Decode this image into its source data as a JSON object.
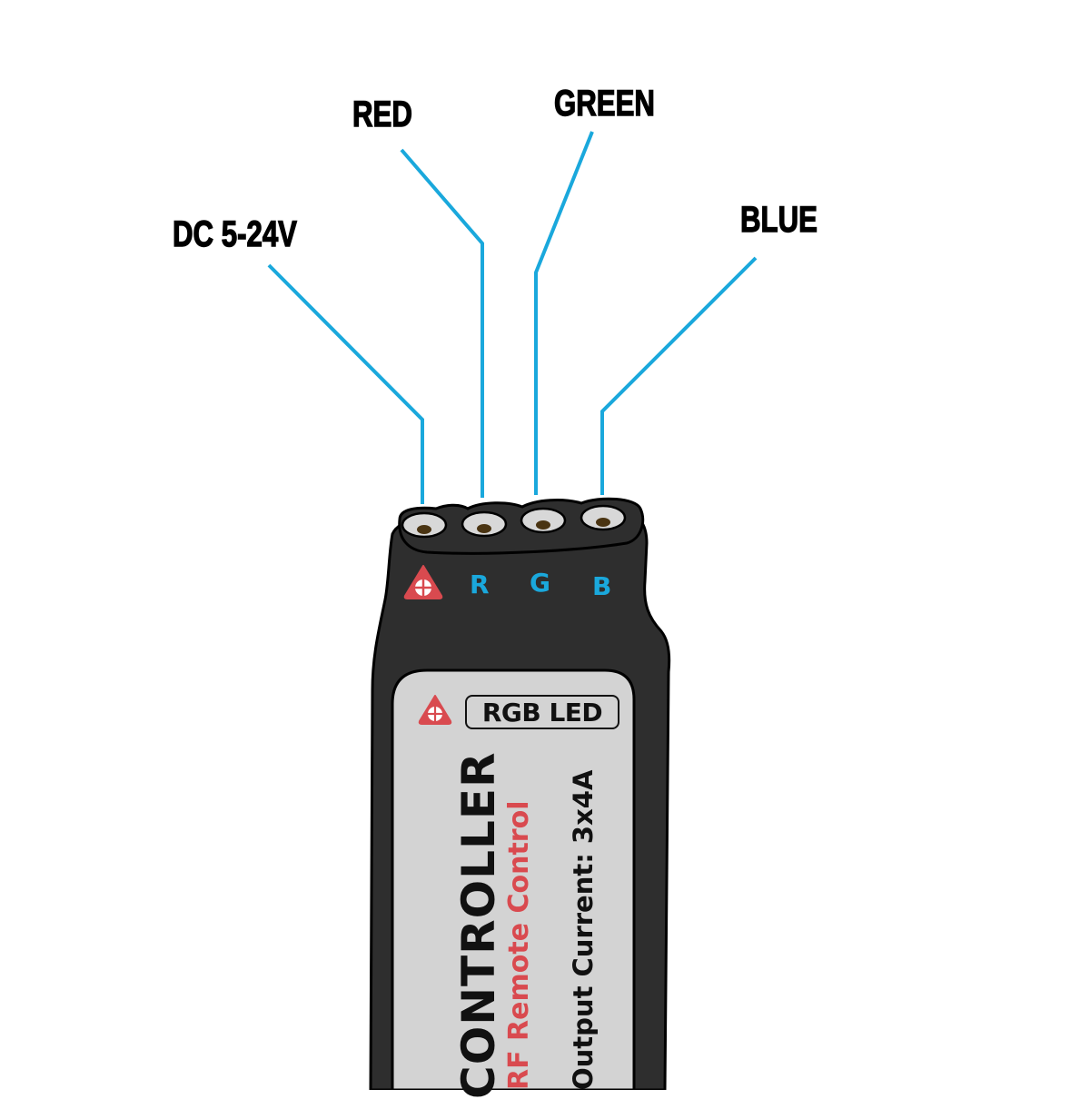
{
  "diagram": {
    "type": "wiring-pinout",
    "subject": "RGB LED Controller",
    "colors": {
      "leader_line": "#1aa8dc",
      "body": "#2e2e2e",
      "label_panel": "#d3d3d3",
      "accent_red": "#d94a4f",
      "pin_letter": "#1aa8dc",
      "pin_socket": "#d8d8d8",
      "pin_contact": "#4a3412"
    },
    "callouts": [
      {
        "id": "power",
        "label": "DC 5-24V"
      },
      {
        "id": "red",
        "label": "RED"
      },
      {
        "id": "green",
        "label": "GREEN"
      },
      {
        "id": "blue",
        "label": "BLUE"
      }
    ],
    "pins": [
      {
        "id": "power",
        "marker": "power-symbol",
        "letter": ""
      },
      {
        "id": "red",
        "letter": "R"
      },
      {
        "id": "green",
        "letter": "G"
      },
      {
        "id": "blue",
        "letter": "B"
      }
    ],
    "label": {
      "badge": "RGB LED",
      "title": "CONTROLLER",
      "subtitle": "RF Remote Control",
      "spec": "Output Current: 3x4A"
    }
  }
}
